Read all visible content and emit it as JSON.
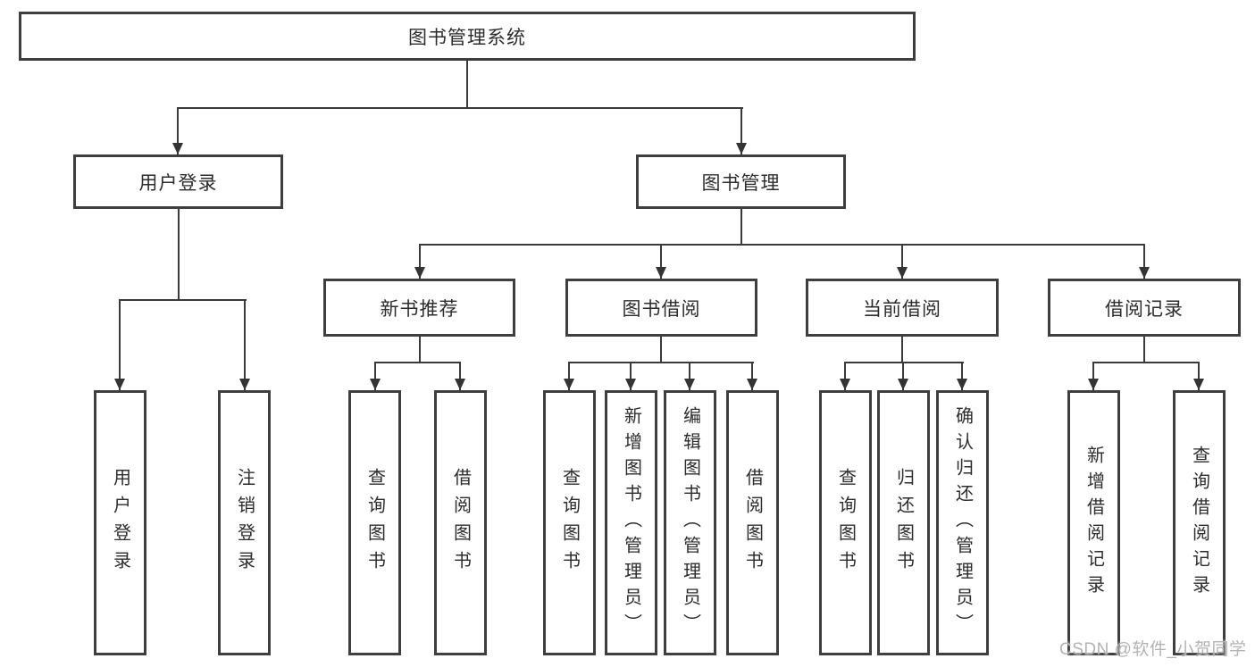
{
  "diagram": {
    "root": {
      "label": "图书管理系统"
    },
    "branches": [
      {
        "label": "用户登录",
        "children": [
          "用户登录",
          "注销登录"
        ]
      },
      {
        "label": "图书管理",
        "sections": [
          {
            "label": "新书推荐",
            "children": [
              "查询图书",
              "借阅图书"
            ]
          },
          {
            "label": "图书借阅",
            "children": [
              "查询图书",
              "新增图书（管理员）",
              "编辑图书（管理员）",
              "借阅图书"
            ]
          },
          {
            "label": "当前借阅",
            "children": [
              "查询图书",
              "归还图书",
              "确认归还（管理员）"
            ]
          },
          {
            "label": "借阅记录",
            "children": [
              "新增借阅记录",
              "查询借阅记录"
            ]
          }
        ]
      }
    ]
  },
  "watermark": {
    "text": "CSDN @软件_小贺同学"
  },
  "colors": {
    "box_border": "#3e3e3e",
    "connector_line": "#3a3a3a",
    "text": "#2c2c2c",
    "watermark": "#b3b3b3",
    "background": "#ffffff"
  }
}
